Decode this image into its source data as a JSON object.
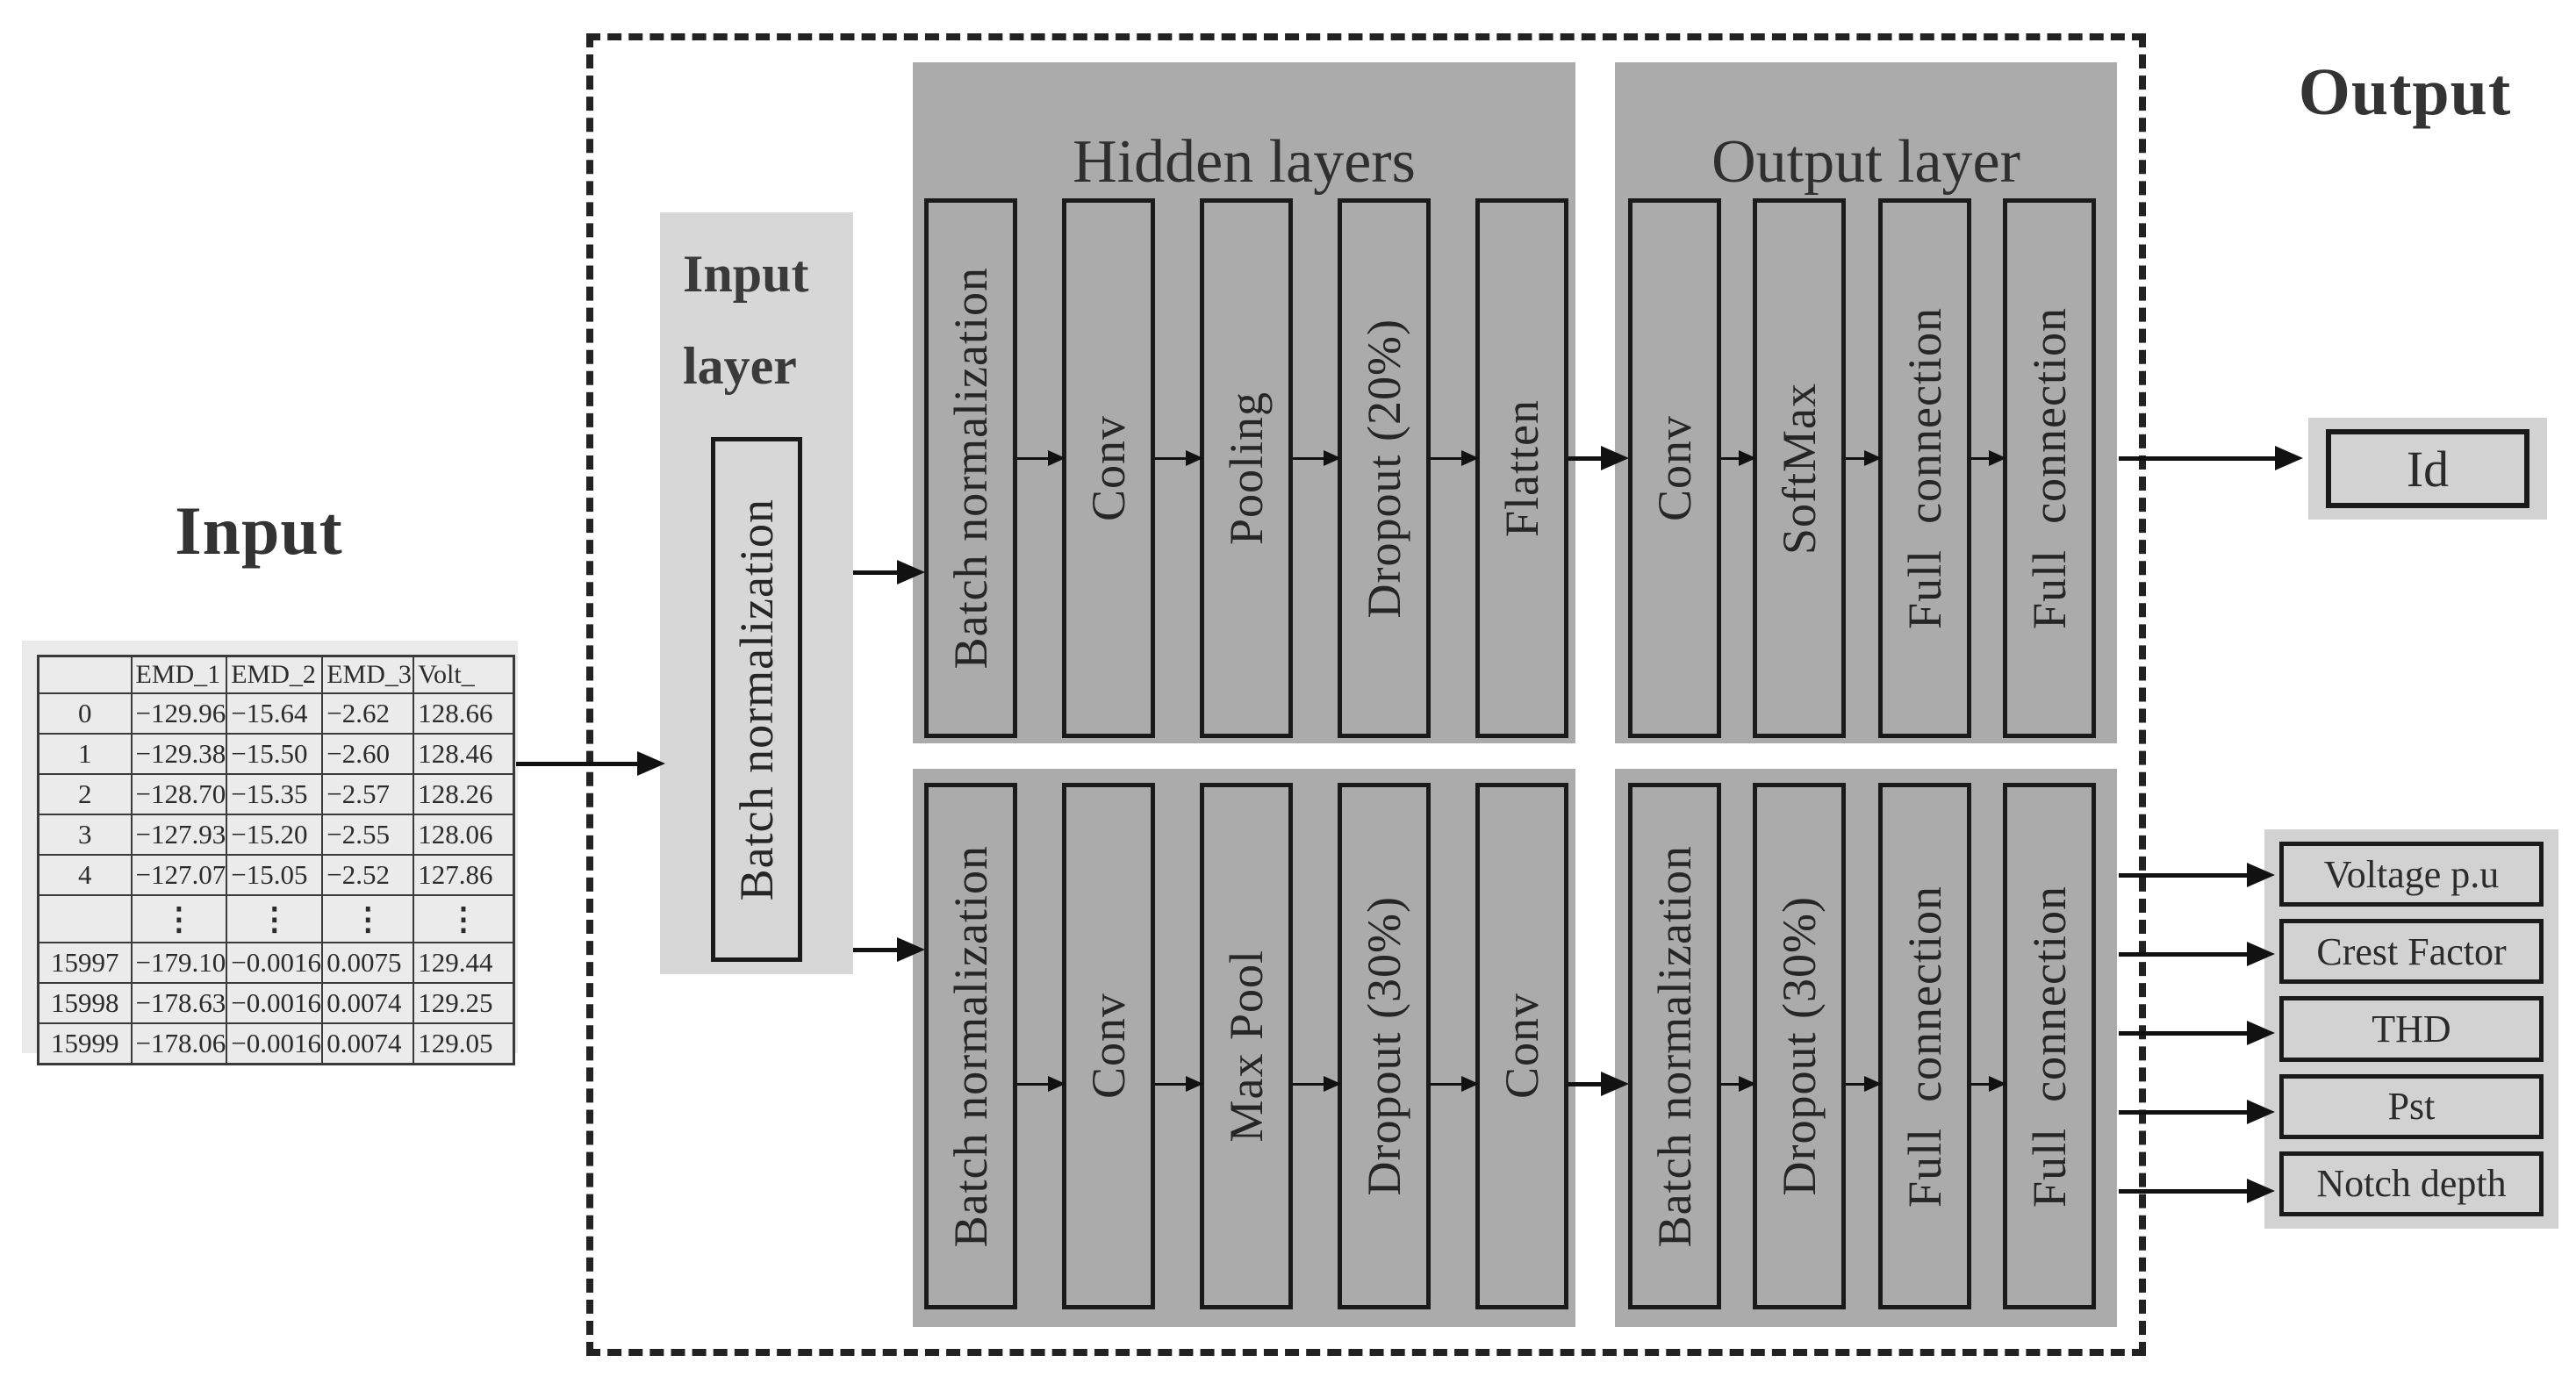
{
  "input": {
    "title": "Input",
    "table": {
      "headers": [
        "",
        "EMD_1",
        "EMD_2",
        "EMD_3",
        "Volt_"
      ],
      "rows": [
        [
          "0",
          "−129.96",
          "−15.64",
          "−2.62",
          "128.66"
        ],
        [
          "1",
          "−129.38",
          "−15.50",
          "−2.60",
          "128.46"
        ],
        [
          "2",
          "−128.70",
          "−15.35",
          "−2.57",
          "128.26"
        ],
        [
          "3",
          "−127.93",
          "−15.20",
          "−2.55",
          "128.06"
        ],
        [
          "4",
          "−127.07",
          "−15.05",
          "−2.52",
          "127.86"
        ],
        [
          "",
          "⋮",
          "⋮",
          "⋮",
          "⋮"
        ],
        [
          "15997",
          "−179.10",
          "−0.0016",
          "0.0075",
          "129.44"
        ],
        [
          "15998",
          "−178.63",
          "−0.0016",
          "0.0074",
          "129.25"
        ],
        [
          "15999",
          "−178.06",
          "−0.0016",
          "0.0074",
          "129.05"
        ]
      ]
    }
  },
  "input_layer": {
    "title": "Input layer",
    "box": "Batch normalization"
  },
  "hidden_layers": {
    "title": "Hidden layers",
    "top_row": [
      "Batch normalization",
      "Conv",
      "Pooling",
      "Dropout (20%)",
      "Flatten"
    ],
    "bottom_row": [
      "Batch normalization",
      "Conv",
      "Max Pool",
      "Dropout (30%)",
      "Conv"
    ]
  },
  "output_layer": {
    "title": "Output layer",
    "top_row": [
      "Conv",
      "SoftMax",
      "Full  connection",
      "Full  connection"
    ],
    "bottom_row": [
      "Batch normalization",
      "Dropout (30%)",
      "Full  connection",
      "Full  connection"
    ]
  },
  "output": {
    "title": "Output",
    "id_box": "Id",
    "boxes": [
      "Voltage p.u",
      "Crest Factor",
      "THD",
      "Pst",
      "Notch depth"
    ]
  },
  "colors": {
    "panel_dark": "#ababab",
    "panel_light": "#d7d7d7",
    "table_bg": "#ebebeb",
    "output_bg": "#d2d2d2",
    "border": "#1a1a1a",
    "arrow": "#111111"
  }
}
